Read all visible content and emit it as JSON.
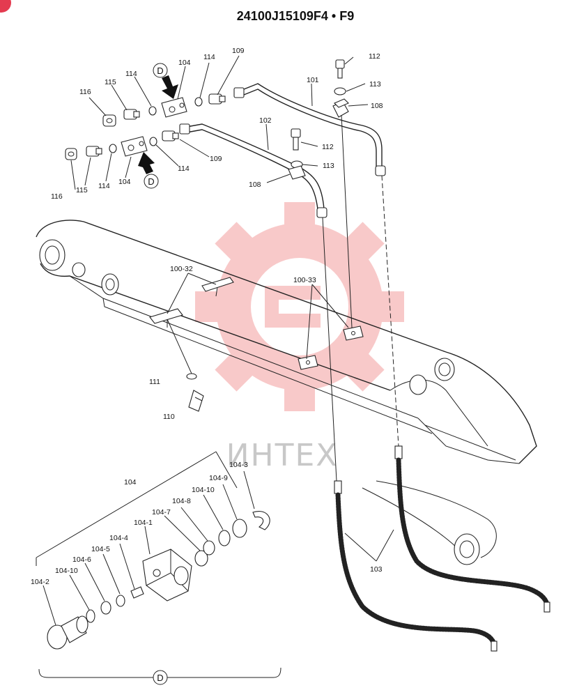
{
  "title": "24100J15109F4 • F9",
  "watermark": {
    "text": "ИНТЕХ",
    "gear_color": "#f08a8a"
  },
  "detail_marker": "D",
  "labels": {
    "l101": "101",
    "l102": "102",
    "l103": "103",
    "l104_top": "104",
    "l104_mid": "104",
    "l104_det": "104",
    "l104_1": "104-1",
    "l104_2": "104-2",
    "l104_3": "104-3",
    "l104_4": "104-4",
    "l104_5": "104-5",
    "l104_6": "104-6",
    "l104_7": "104-7",
    "l104_8": "104-8",
    "l104_9": "104-9",
    "l104_10a": "104-10",
    "l104_10b": "104-10",
    "l108a": "108",
    "l108b": "108",
    "l109a": "109",
    "l109b": "109",
    "l110": "110",
    "l111": "111",
    "l112a": "112",
    "l112b": "112",
    "l113a": "113",
    "l113b": "113",
    "l114a": "114",
    "l114b": "114",
    "l114c": "114",
    "l114d": "114",
    "l115a": "115",
    "l115b": "115",
    "l116a": "116",
    "l116b": "116",
    "l100_32": "100-32",
    "l100_33": "100-33"
  },
  "colors": {
    "ink": "#222222",
    "corner_badge": "#e43b50"
  }
}
